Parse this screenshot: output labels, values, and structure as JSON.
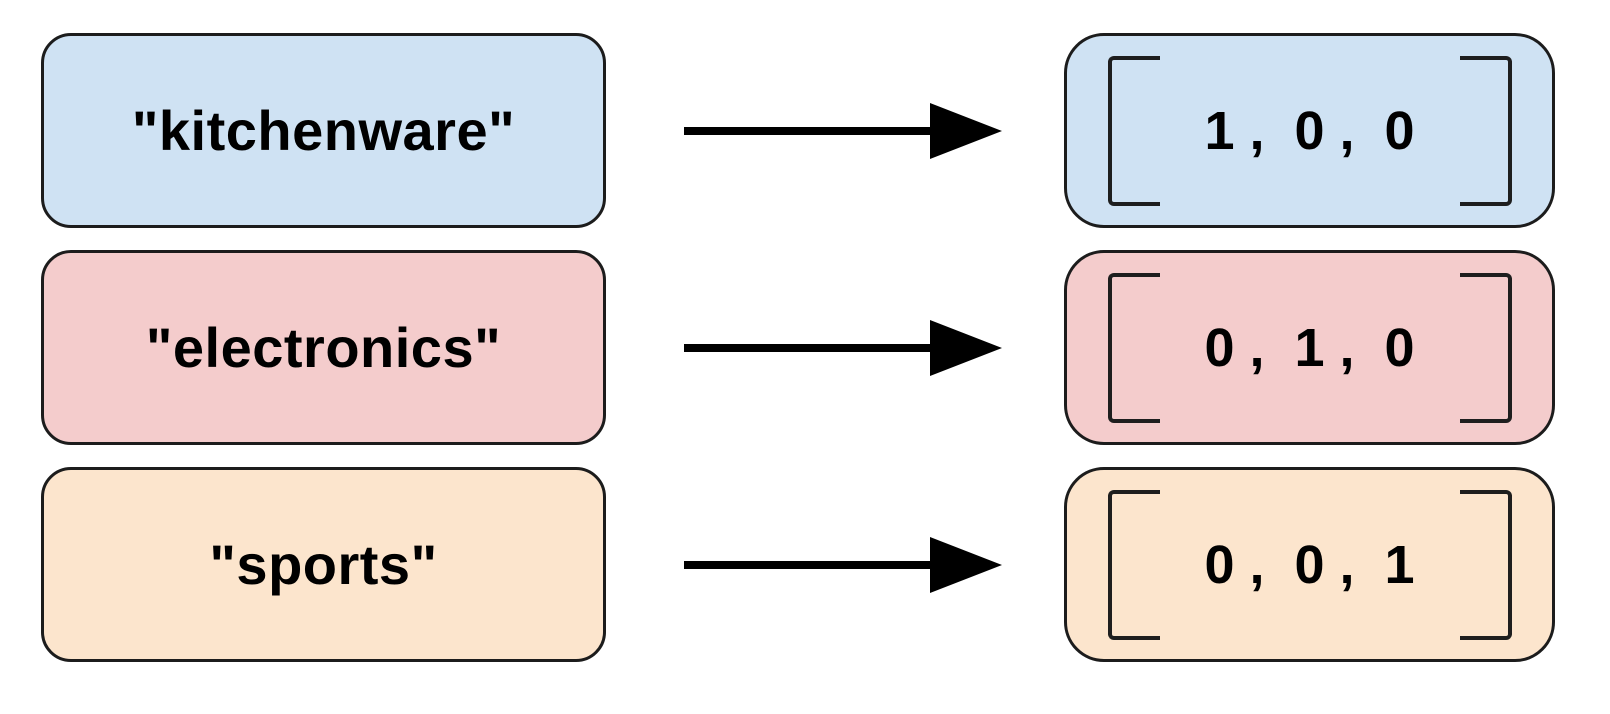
{
  "colors": {
    "kitchenware_fill": "#cfe2f3",
    "electronics_fill": "#f4cccc",
    "sports_fill": "#fce5cd",
    "box_border": "#1c1c1c",
    "bracket": "#1e1e1e",
    "arrow": "#000000",
    "text": "#000000",
    "background": "#ffffff"
  },
  "rows": [
    {
      "label": "\"kitchenware\"",
      "vector_display": "1 ,  0 ,  0",
      "vector_values": [
        1,
        0,
        0
      ],
      "fill": "#cfe2f3"
    },
    {
      "label": "\"electronics\"",
      "vector_display": "0 ,  1 ,  0",
      "vector_values": [
        0,
        1,
        0
      ],
      "fill": "#f4cccc"
    },
    {
      "label": "\"sports\"",
      "vector_display": "0 ,  0 ,  1",
      "vector_values": [
        0,
        0,
        1
      ],
      "fill": "#fce5cd"
    }
  ]
}
